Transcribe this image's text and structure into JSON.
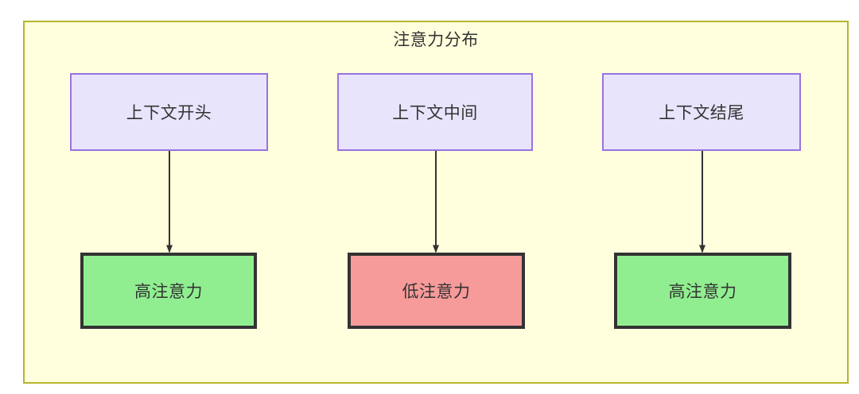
{
  "diagram": {
    "title": "注意力分布",
    "colors": {
      "cluster_fill": "#ffffdd",
      "cluster_border": "#b5b52e",
      "top_node_fill": "#e8e4fc",
      "top_node_border": "#9a72de",
      "high_attention_fill": "#90ee90",
      "low_attention_fill": "#f79a9a",
      "bottom_node_border": "#333333",
      "edge_color": "#333333",
      "text_color": "#333333"
    },
    "top_nodes": [
      {
        "id": "context-start",
        "label": "上下文开头"
      },
      {
        "id": "context-middle",
        "label": "上下文中间"
      },
      {
        "id": "context-end",
        "label": "上下文结尾"
      }
    ],
    "bottom_nodes": [
      {
        "id": "high-attention-start",
        "label": "高注意力",
        "fill": "#90ee90"
      },
      {
        "id": "low-attention-middle",
        "label": "低注意力",
        "fill": "#f79a9a"
      },
      {
        "id": "high-attention-end",
        "label": "高注意力",
        "fill": "#90ee90"
      }
    ],
    "edges": [
      {
        "from": "context-start",
        "to": "high-attention-start",
        "label": ""
      },
      {
        "from": "context-middle",
        "to": "low-attention-middle",
        "label": ""
      },
      {
        "from": "context-end",
        "to": "high-attention-end",
        "label": ""
      }
    ]
  }
}
